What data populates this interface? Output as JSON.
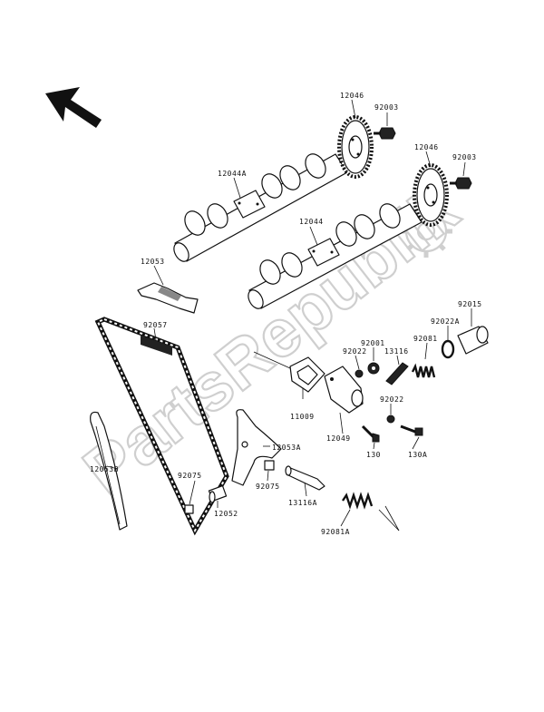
{
  "diagram": {
    "watermark": "PartsRepublik",
    "labels": {
      "cam_sprocket_a": "12046",
      "bolt_a": "92003",
      "cam_sprocket_b": "12046",
      "bolt_b": "92003",
      "camshaft_a": "12044A",
      "camshaft_b": "12044",
      "guide_12053": "12053",
      "chain": "92057",
      "gasket": "11009",
      "tensioner_body": "12049",
      "washer_92001": "92001",
      "washer_92022a": "92022",
      "rod": "13116",
      "spring_92081": "92081",
      "oring": "92022A",
      "cap": "92015",
      "washer_92022b": "92022",
      "bolt_130": "130",
      "bolt_130a": "130A",
      "guide_12053b": "12053B",
      "guide_12053a": "12053A",
      "collar_92075a": "92075",
      "collar_92075b": "92075",
      "pivot_12052": "12052",
      "rod_13116a": "13116A",
      "spring_92081a": "92081A"
    }
  }
}
